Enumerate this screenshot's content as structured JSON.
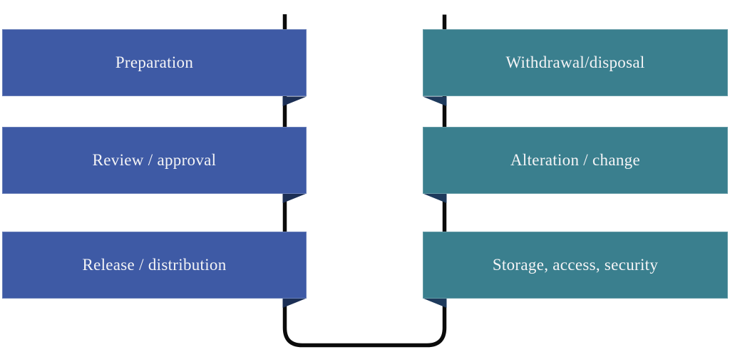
{
  "colors": {
    "background": "#ffffff",
    "left_stage_fill": "#3e5aa5",
    "right_stage_fill": "#3a7f8e",
    "left_fold": "#1c2f55",
    "right_fold": "#1e3a5c",
    "connector": "#0b0b0b",
    "label_text": "#f4f4f6"
  },
  "left_column": {
    "items": [
      {
        "label": "Preparation"
      },
      {
        "label": "Review / approval"
      },
      {
        "label": "Release / distribution"
      }
    ]
  },
  "right_column": {
    "items": [
      {
        "label": "Withdrawal/disposal"
      },
      {
        "label": "Alteration / change"
      },
      {
        "label": "Storage, access, security"
      }
    ]
  }
}
